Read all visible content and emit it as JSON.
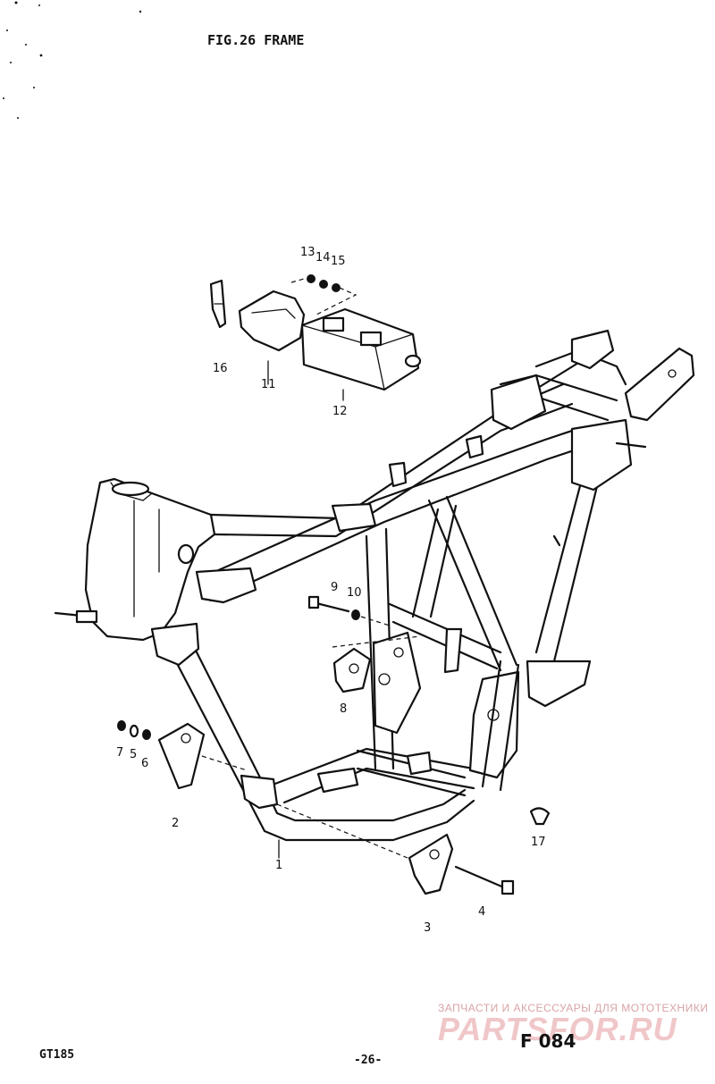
{
  "header": {
    "title": "FIG.26  FRAME"
  },
  "callouts": [
    {
      "id": "part-1",
      "label": "1"
    },
    {
      "id": "part-2",
      "label": "2"
    },
    {
      "id": "part-3",
      "label": "3"
    },
    {
      "id": "part-4",
      "label": "4"
    },
    {
      "id": "part-5",
      "label": "5"
    },
    {
      "id": "part-6",
      "label": "6"
    },
    {
      "id": "part-7",
      "label": "7"
    },
    {
      "id": "part-8",
      "label": "8"
    },
    {
      "id": "part-9",
      "label": "9"
    },
    {
      "id": "part-10",
      "label": "10"
    },
    {
      "id": "part-11",
      "label": "11"
    },
    {
      "id": "part-12",
      "label": "12"
    },
    {
      "id": "part-13",
      "label": "13"
    },
    {
      "id": "part-14",
      "label": "14"
    },
    {
      "id": "part-15",
      "label": "15"
    },
    {
      "id": "part-16",
      "label": "16"
    },
    {
      "id": "part-17",
      "label": "17"
    }
  ],
  "footer": {
    "model": "GT185",
    "page": "-26-",
    "code": "F 084"
  },
  "watermark": {
    "tagline": "ЗАПЧАСТИ И АКСЕССУАРЫ ДЛЯ МОТОТЕХНИКИ",
    "brand": "PARTSFOR.RU",
    "color": "#f0c7c9"
  }
}
